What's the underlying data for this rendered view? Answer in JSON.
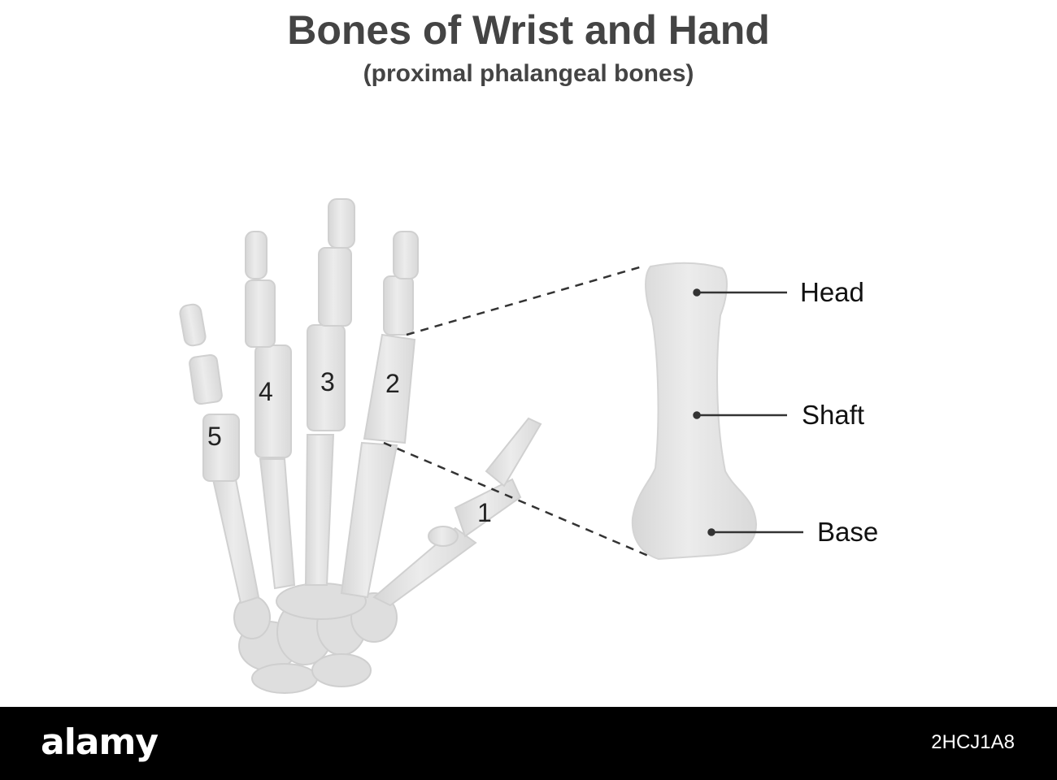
{
  "header": {
    "title": "Bones of Wrist and Hand",
    "subtitle": "(proximal phalangeal bones)"
  },
  "hand": {
    "finger_numbers": [
      "1",
      "2",
      "3",
      "4",
      "5"
    ]
  },
  "phalanx_detail": {
    "parts": [
      "Head",
      "Shaft",
      "Base"
    ]
  },
  "footer": {
    "brand": "alamy",
    "image_id": "2HCJ1A8"
  },
  "colors": {
    "bone": "#e3e3e3",
    "bone_shade": "#d2d2d2",
    "text": "#444444",
    "leader": "#333333",
    "footer_bg": "#000000"
  }
}
